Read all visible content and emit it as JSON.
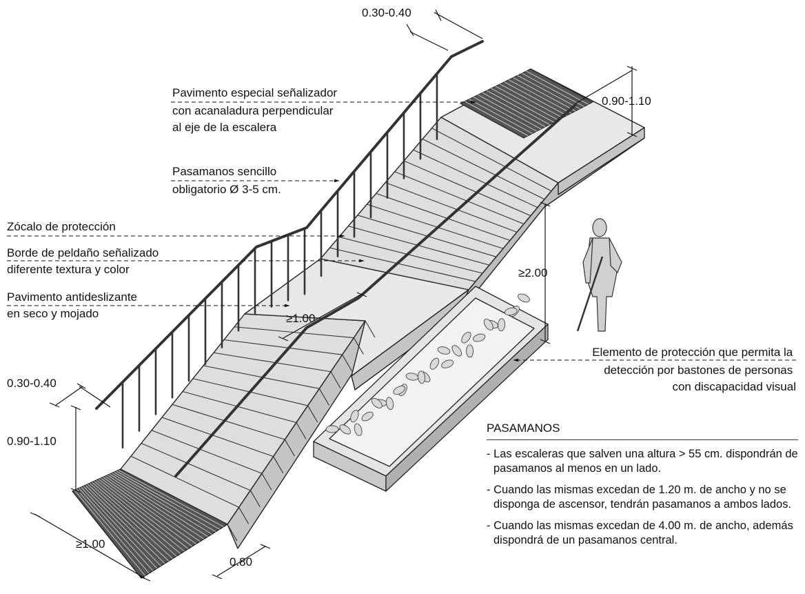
{
  "labels": {
    "pavimento_especial": [
      "Pavimento especial señalizador",
      "con acanaladura perpendicular",
      "al eje de la escalera"
    ],
    "pasamanos_sencillo": [
      "Pasamanos sencillo",
      "obligatorio Ø 3-5 cm."
    ],
    "zocalo": [
      "Zócalo de protección"
    ],
    "borde_peldano": [
      "Borde de peldaño señalizado",
      "diferente textura y color"
    ],
    "pavimento_antideslizante": [
      "Pavimento antideslizante",
      "en seco y mojado"
    ],
    "elemento_proteccion": [
      "Elemento de protección que permita la",
      "detección por bastones de personas",
      "con discapacidad visual"
    ]
  },
  "dimensions": {
    "top_handrail_extension": "0.30-0.40",
    "top_landing_depth": "0.90-1.10",
    "headroom": "≥2.00",
    "landing_width": "≥1.00",
    "bottom_handrail_extension": "0.30-0.40",
    "bottom_handrail_height": "0.90-1.10",
    "bottom_width": "≥1.00",
    "bottom_tactile_depth": "0.80"
  },
  "notes": {
    "title": "PASAMANOS",
    "items": [
      "- Las escaleras que salven una altura > 55 cm. dispondrán de pasamanos al menos en un lado.",
      "- Cuando las mismas excedan de 1.20 m. de ancho y no se disponga de ascensor, tendrán pasamanos a ambos lados.",
      "- Cuando las mismas excedan de 4.00 m. de ancho, además dispondrá de un pasamanos central."
    ]
  },
  "colors": {
    "line": "#222222",
    "fill_light": "#e6e6e6",
    "fill_mid": "#cfcfcf",
    "fill_dark": "#b5b5b5",
    "foliage": "#dcdcdc"
  }
}
